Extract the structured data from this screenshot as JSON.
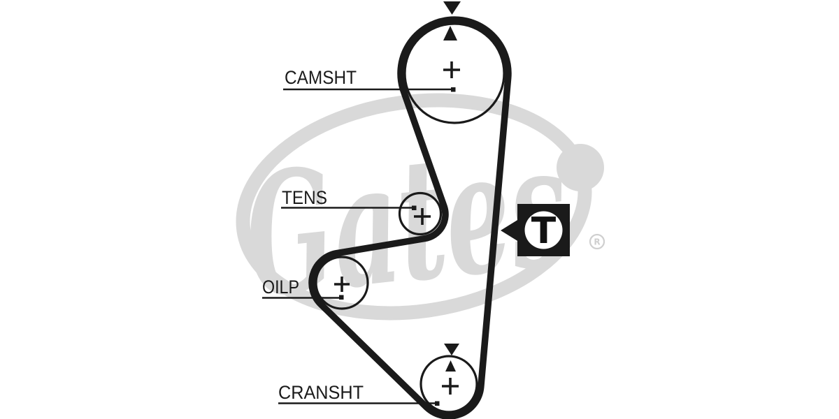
{
  "diagram": {
    "type": "timing-belt-routing-diagram",
    "labels": {
      "camshaft": "CAMSHT",
      "tensioner": "TENS",
      "oil_pump": "OILP",
      "crankshaft": "CRANSHT"
    },
    "timing_mark": {
      "letter": "T"
    },
    "watermark": {
      "brand": "Gates",
      "registered_symbol": "R"
    },
    "colors": {
      "ink": "#1a1a1a",
      "belt": "#1a1a1a",
      "watermark_gray": "#d9d9d9",
      "watermark_registered_gray": "#cfcfcf",
      "badge_background": "#1a1a1a",
      "badge_circle": "#ffffff",
      "background": "#ffffff"
    }
  }
}
